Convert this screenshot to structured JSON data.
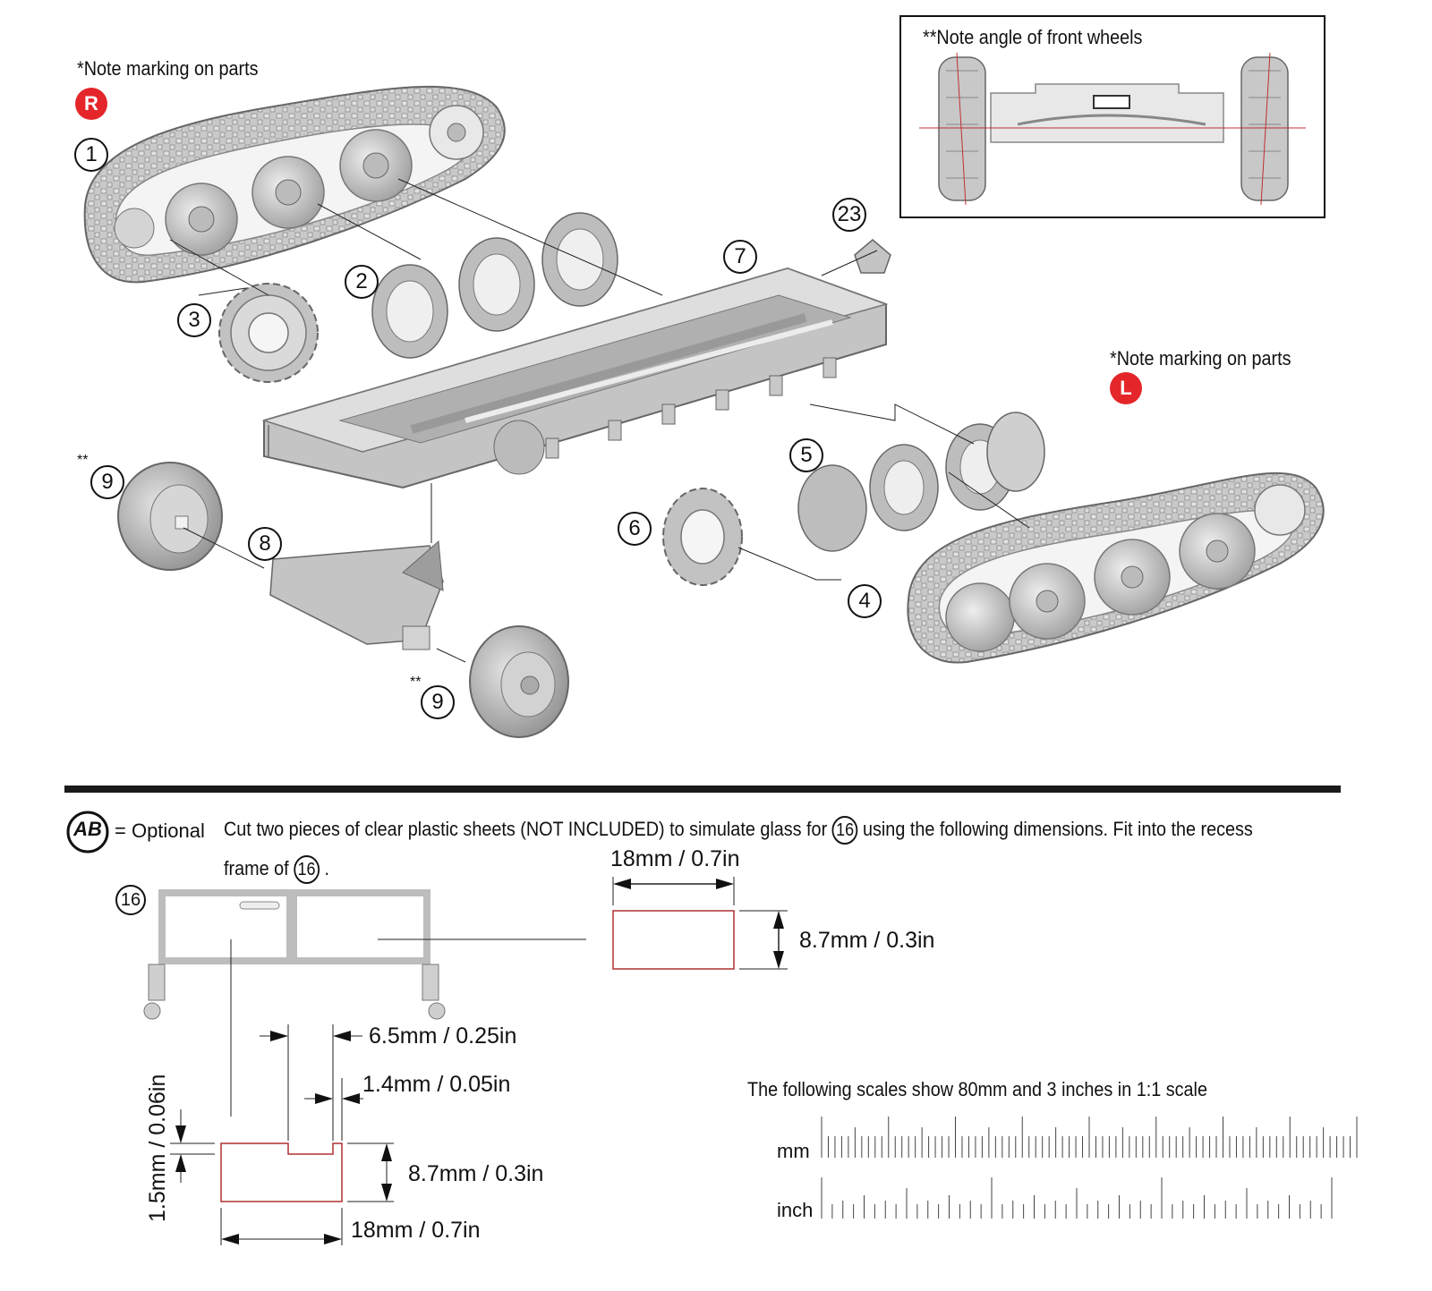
{
  "notes": {
    "marking_r": "*Note marking on parts",
    "marking_l": "*Note marking on parts",
    "front_wheels": "**Note angle of front wheels",
    "double_star": "**"
  },
  "badges": {
    "r": "R",
    "l": "L",
    "color": "#e4262a"
  },
  "parts": {
    "p1": "1",
    "p2": "2",
    "p3": "3",
    "p4": "4",
    "p5": "5",
    "p6": "6",
    "p7": "7",
    "p8": "8",
    "p9a": "9",
    "p9b": "9",
    "p23": "23",
    "p16": "16"
  },
  "optional": {
    "symbol": "AB",
    "label": "= Optional"
  },
  "instructions": {
    "line1_a": "Cut two pieces of clear plastic sheets (NOT INCLUDED) to simulate glass for",
    "line1_ref": "16",
    "line1_b": "using the following dimensions. Fit into the recess",
    "line2_a": "frame of",
    "line2_ref": "16",
    "line2_b": "."
  },
  "dimensions": {
    "rect_width": "18mm / 0.7in",
    "rect_height": "8.7mm / 0.3in",
    "notch_width": "6.5mm / 0.25in",
    "notch_offset": "1.4mm / 0.05in",
    "notch_depth": "1.5mm / 0.06in",
    "shape_height": "8.7mm / 0.3in",
    "shape_width": "18mm / 0.7in"
  },
  "scales": {
    "caption": "The following scales show 80mm and 3 inches in 1:1 scale",
    "mm_label": "mm",
    "inch_label": "inch",
    "mm_length": 80,
    "inch_length": 3
  },
  "colors": {
    "glass_outline": "#b03030",
    "part_gray": "#b9b9b9"
  }
}
